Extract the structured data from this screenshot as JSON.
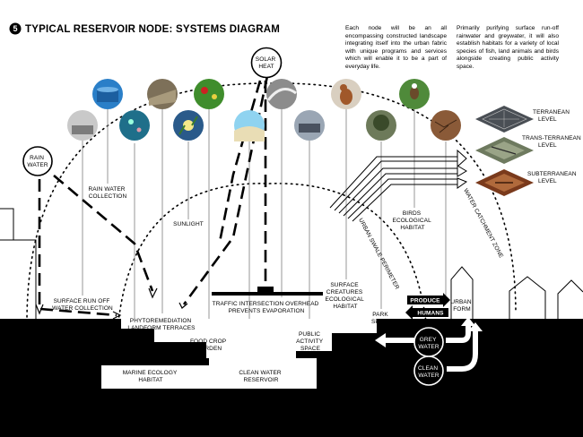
{
  "header": {
    "number": "5",
    "title": "TYPICAL RESERVOIR NODE: SYSTEMS DIAGRAM"
  },
  "paragraphs": {
    "left": "Each node will be an all encompassing constructed landscape integrating itself into the urban fabric with unique programs and services which will enable it to be a part of everyday life.",
    "right": "Primarily purifying surface run-off rainwater and greywater, it will also establish habitats for a variety of local species of fish, land animals and birds alongside creating public activity space."
  },
  "sources": {
    "solar_heat": [
      "SOLAR",
      "HEAT"
    ],
    "rain_water": [
      "RAIN",
      "WATER"
    ]
  },
  "levels": {
    "terranean": [
      "TERRANEAN",
      "LEVEL"
    ],
    "trans_terranean": [
      "TRANS-TERRANEAN",
      "LEVEL"
    ],
    "subterranean": [
      "SUBTERRANEAN",
      "LEVEL"
    ]
  },
  "labels": {
    "rain_water_collection": [
      "RAIN WATER",
      "COLLECTION"
    ],
    "sunlight": [
      "SUNLIGHT"
    ],
    "birds_habitat": [
      "BIRDS",
      "ECOLOGICAL",
      "HABITAT"
    ],
    "surface_runoff": [
      "SURFACE RUN OFF",
      "WATER COLLECTION"
    ],
    "phytoremediation": [
      "PHYTOREMEDIATION",
      "LANDFORM TERRACES"
    ],
    "traffic_intersection": [
      "TRAFFIC INTERSECTION OVERHEAD",
      "PREVENTS EVAPORATION"
    ],
    "surface_creatures": [
      "SURFACE",
      "CREATURES",
      "ECOLOGICAL",
      "HABITAT"
    ],
    "park_space": [
      "PARK",
      "SPACE"
    ],
    "urban_form": [
      "URBAN",
      "FORM"
    ],
    "food_crop": [
      "FOOD CROP",
      "GARDEN"
    ],
    "public_activity": [
      "PUBLIC",
      "ACTIVITY",
      "SPACE"
    ],
    "marine_ecology": [
      "MARINE ECOLOGY",
      "HABITAT"
    ],
    "clean_water_reservoir": [
      "CLEAN WATER",
      "RESERVOIR"
    ],
    "water_catchment_zone": "WATER CATCHMENT ZONE",
    "urban_swale_perimeter": "URBAN SWALE PERIMETER"
  },
  "flows": {
    "produce": "PRODUCE",
    "humans": "HUMANS",
    "grey_water": [
      "GREY",
      "WATER"
    ],
    "clean_water": [
      "CLEAN",
      "WATER"
    ]
  },
  "photo_palette": {
    "sky": "#dce8f0",
    "water": "#2a8fd0",
    "forest": "#3f7d2c",
    "earth": "#8a6a48",
    "concrete": "#9a9a9a",
    "dark": "#2b2b2b"
  }
}
